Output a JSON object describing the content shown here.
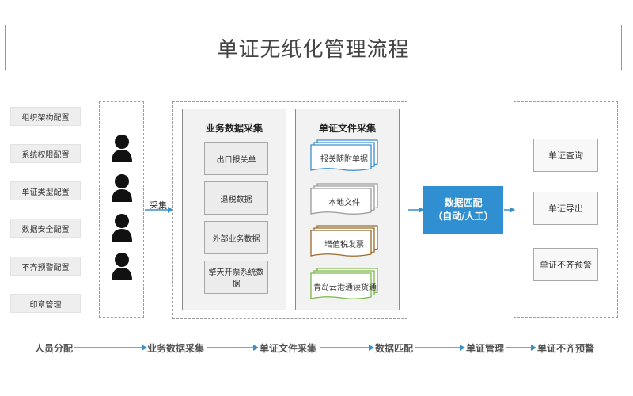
{
  "title": "单证无纸化管理流程",
  "config_items": [
    "组织架构配置",
    "系统权限配置",
    "单证类型配置",
    "数据安全配置",
    "不齐预警配置",
    "印章管理"
  ],
  "collect_label": "采集",
  "business_panel": {
    "title": "业务数据采集",
    "items": [
      "出口报关单",
      "退税数据",
      "外部业务数据",
      "擎天开票系统数据"
    ]
  },
  "document_panel": {
    "title": "单证文件采集",
    "items": [
      {
        "label": "报关随附单据",
        "color": "#3a8fd0"
      },
      {
        "label": "本地文件",
        "color": "#9a9a9a"
      },
      {
        "label": "增值税发票",
        "color": "#9a6a2a"
      },
      {
        "label": "青岛云港通读货通",
        "color": "#7ab648"
      }
    ]
  },
  "match_box": {
    "line1": "数据匹配",
    "line2": "（自动/人工）"
  },
  "output_items": [
    "单证查询",
    "单证导出",
    "单证不齐预警"
  ],
  "flow_stages": [
    "人员分配",
    "业务数据采集",
    "单证文件采集",
    "数据匹配",
    "单证管理",
    "单证不齐预警"
  ],
  "colors": {
    "accent": "#2f8fd0",
    "arrow": "#3a8fc8"
  },
  "icons": [
    "person-icon",
    "stacked-document-icon"
  ]
}
